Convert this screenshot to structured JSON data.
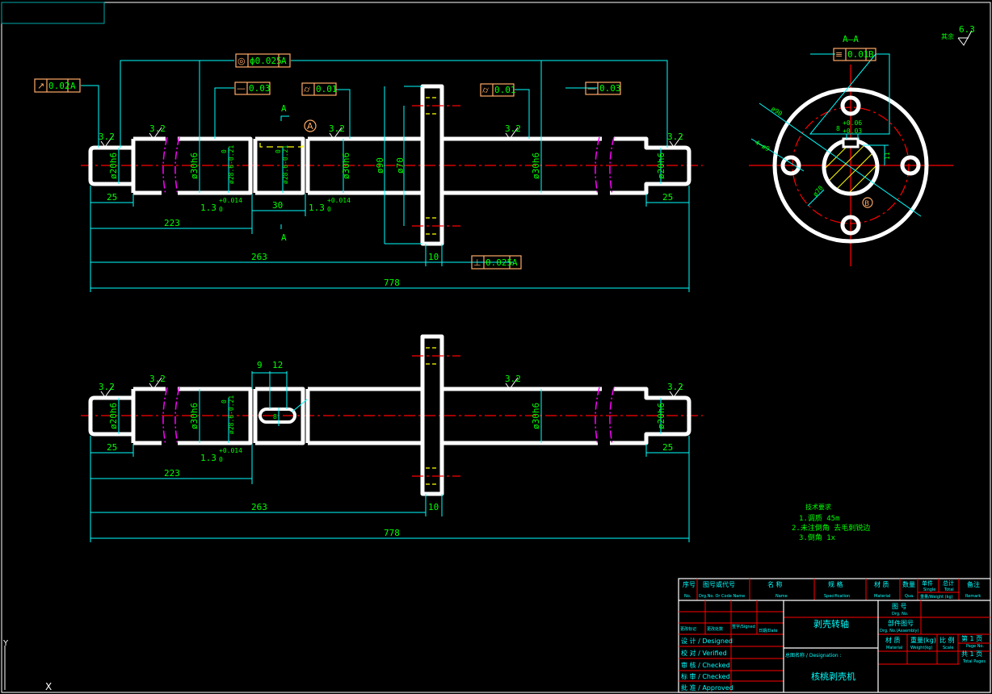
{
  "drawing": {
    "surface_roughness": [
      "3.2",
      "3.2",
      "3.2",
      "3.2",
      "3.2"
    ],
    "general_roughness": {
      "label": "其余",
      "value": "6.3"
    },
    "fcf": {
      "runout": {
        "symbol": "↗",
        "value": "0.02",
        "datum": "A"
      },
      "concentricity": {
        "symbol": "◎",
        "value": "ϕ0.025",
        "datum": "A"
      },
      "straightness_left": {
        "symbol": "—",
        "value": "0.03"
      },
      "cylindricity_left": {
        "symbol": "⌭",
        "value": "0.01"
      },
      "cylindricity_right": {
        "symbol": "⌭",
        "value": "0.01"
      },
      "straightness_right": {
        "symbol": "—",
        "value": "0.03"
      },
      "perpendicularity": {
        "symbol": "⊥",
        "value": "0.025",
        "datum": "A"
      },
      "symmetry": {
        "symbol": "≡",
        "value": "0.01",
        "datum": "B"
      }
    },
    "datum_a": "A",
    "datum_b": "B",
    "section_mark": "A",
    "section_title": "A—A",
    "dims": {
      "d20h6": "ø20h6",
      "d30h6": "ø30h6",
      "d28": "ø28.6-0.21",
      "d28_upper": "0",
      "d90": "ø90",
      "d70": "ø70",
      "l25": "25",
      "l223": "223",
      "l263": "263",
      "l778": "778",
      "l10": "10",
      "l30": "30",
      "groove": "1.3",
      "groove_upper": "+0.014",
      "groove_lower": "0",
      "slot_9": "9",
      "slot_12": "12",
      "slot_8": "8",
      "key_width": "8",
      "key_upper": "+0.06",
      "key_lower": "+0.03",
      "key_depth": "11",
      "holes": "4—ø9",
      "sec_d90": "ø90",
      "sec_d70": "ø70"
    }
  },
  "notes": {
    "title": "技术要求",
    "items": [
      "1.调质 45m",
      "2.未注倒角 去毛刺锐边",
      "3.倒角 1x"
    ]
  },
  "title_block": {
    "headers": [
      {
        "cn": "序号",
        "en": "No."
      },
      {
        "cn": "图号或代号",
        "en": "Drg.No. Or Code Name"
      },
      {
        "cn": "名    称",
        "en": "Name"
      },
      {
        "cn": "规    格",
        "en": "Specification"
      },
      {
        "cn": "材 质",
        "en": "Material"
      },
      {
        "cn": "数量",
        "en": "Qua."
      },
      {
        "cn": "单件",
        "en": "Single"
      },
      {
        "cn": "总计",
        "en": "Total"
      },
      {
        "cn": "备注",
        "en": "Remark"
      }
    ],
    "weight_label": "重量/Weight (kg)",
    "rev_headers": [
      "更改标记",
      "更改处数",
      "签字/Signed",
      "日期/Date"
    ],
    "roles": [
      "设 计 / Designed",
      "校 对 / Verified",
      "审 核 / Checked",
      "标 审 / Checked",
      "批 准 / Approved"
    ],
    "part_name": "剥壳转轴",
    "designation_label": "总图名称 / Designation :",
    "designation": "核桃剥壳机",
    "drg_no": {
      "cn": "图 号",
      "en": "Drg. No."
    },
    "assembly_no": {
      "cn": "部件图号",
      "en": "Drg. No.(Assembly)"
    },
    "material": {
      "cn": "材 质",
      "en": "Material"
    },
    "weight": {
      "cn": "重量(kg)",
      "en": "Weight(kg)"
    },
    "scale": {
      "cn": "比 例",
      "en": "Scale"
    },
    "page_no": {
      "cn": "第 1 页",
      "en": "Page No."
    },
    "total_pages": {
      "cn": "共 1 页",
      "en": "Total Pages"
    }
  },
  "ucs": {
    "y": "Y",
    "x": "X"
  }
}
